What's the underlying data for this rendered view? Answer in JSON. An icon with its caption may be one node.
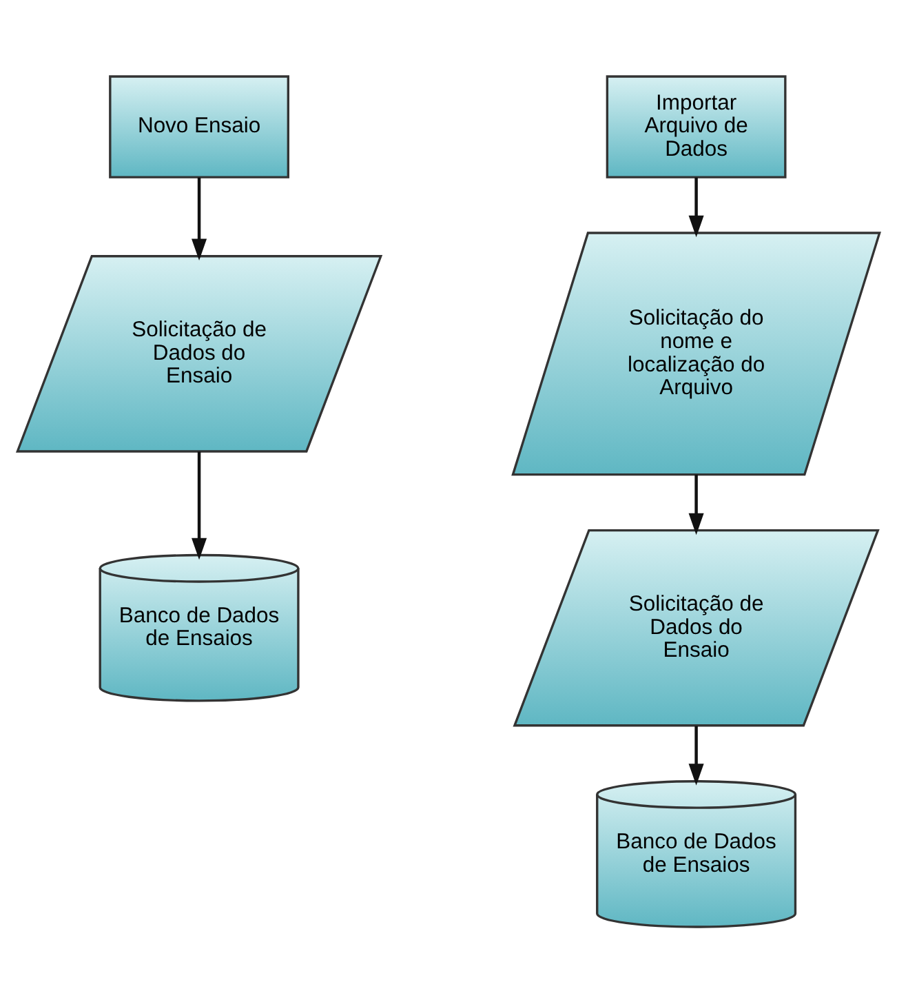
{
  "diagram": {
    "nodes": [
      {
        "text": [
          "Novo Ensaio"
        ]
      },
      {
        "text": [
          "Solicitação de Dados do Ensaio"
        ]
      },
      {
        "text": [
          "Banco de Dados de Ensaios"
        ]
      },
      {
        "text": [
          "Importar Arquivo de Dados"
        ]
      },
      {
        "text": [
          "Solicitação do nome e localização do Arquivo"
        ]
      },
      {
        "text": [
          "Solicitação de Dados do Ensaio"
        ]
      },
      {
        "text": [
          "Banco de Dados de Ensaios"
        ]
      }
    ],
    "edges": [
      {
        "from": 0,
        "to": 1,
        "arrow": "to"
      },
      {
        "from": 1,
        "to": 2,
        "arrow": "to"
      },
      {
        "from": 3,
        "to": 4,
        "arrow": "to"
      },
      {
        "from": 4,
        "to": 5,
        "arrow": "to"
      },
      {
        "from": 5,
        "to": 6,
        "arrow": "to"
      }
    ]
  }
}
